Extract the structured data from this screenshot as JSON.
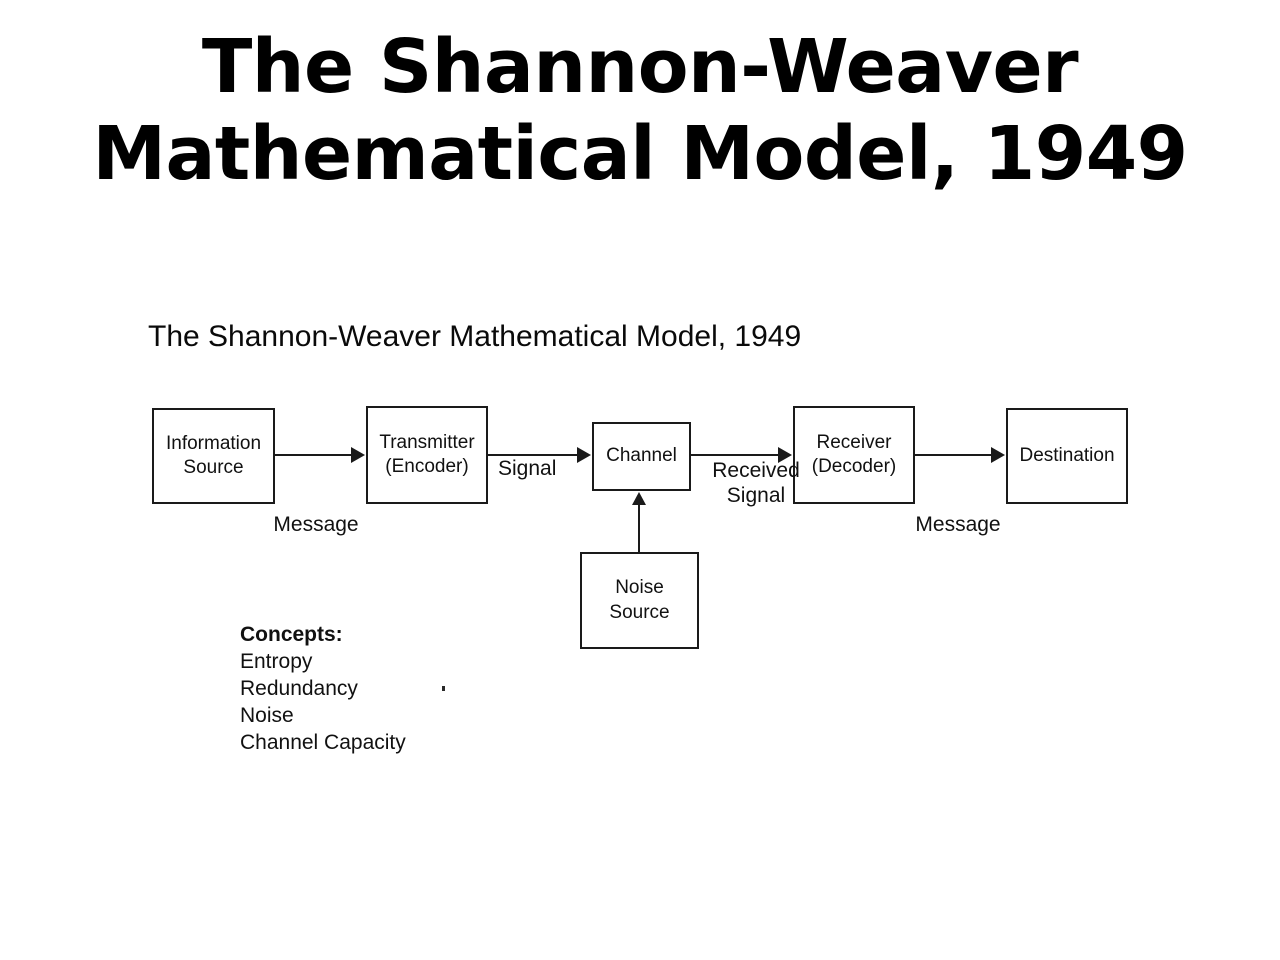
{
  "slide": {
    "title_lines": [
      "The Shannon-Weaver",
      "Mathematical Model, 1949"
    ]
  },
  "diagram": {
    "caption": "The Shannon-Weaver Mathematical Model, 1949",
    "nodes": [
      {
        "id": "information-source",
        "label": "Information\nSource"
      },
      {
        "id": "transmitter",
        "label": "Transmitter\n(Encoder)"
      },
      {
        "id": "channel",
        "label": "Channel"
      },
      {
        "id": "receiver",
        "label": "Receiver\n(Decoder)"
      },
      {
        "id": "destination",
        "label": "Destination"
      },
      {
        "id": "noise-source",
        "label": "Noise\nSource"
      }
    ],
    "edge_labels": {
      "message_left": "Message",
      "signal": "Signal",
      "received_signal": "Received\nSignal",
      "message_right": "Message"
    },
    "concepts": {
      "heading": "Concepts:",
      "items": [
        "Entropy",
        "Redundancy",
        "Noise",
        "Channel Capacity"
      ]
    }
  },
  "colors": {
    "background": "#ffffff",
    "ink": "#000000",
    "line": "#1a1a1a"
  }
}
